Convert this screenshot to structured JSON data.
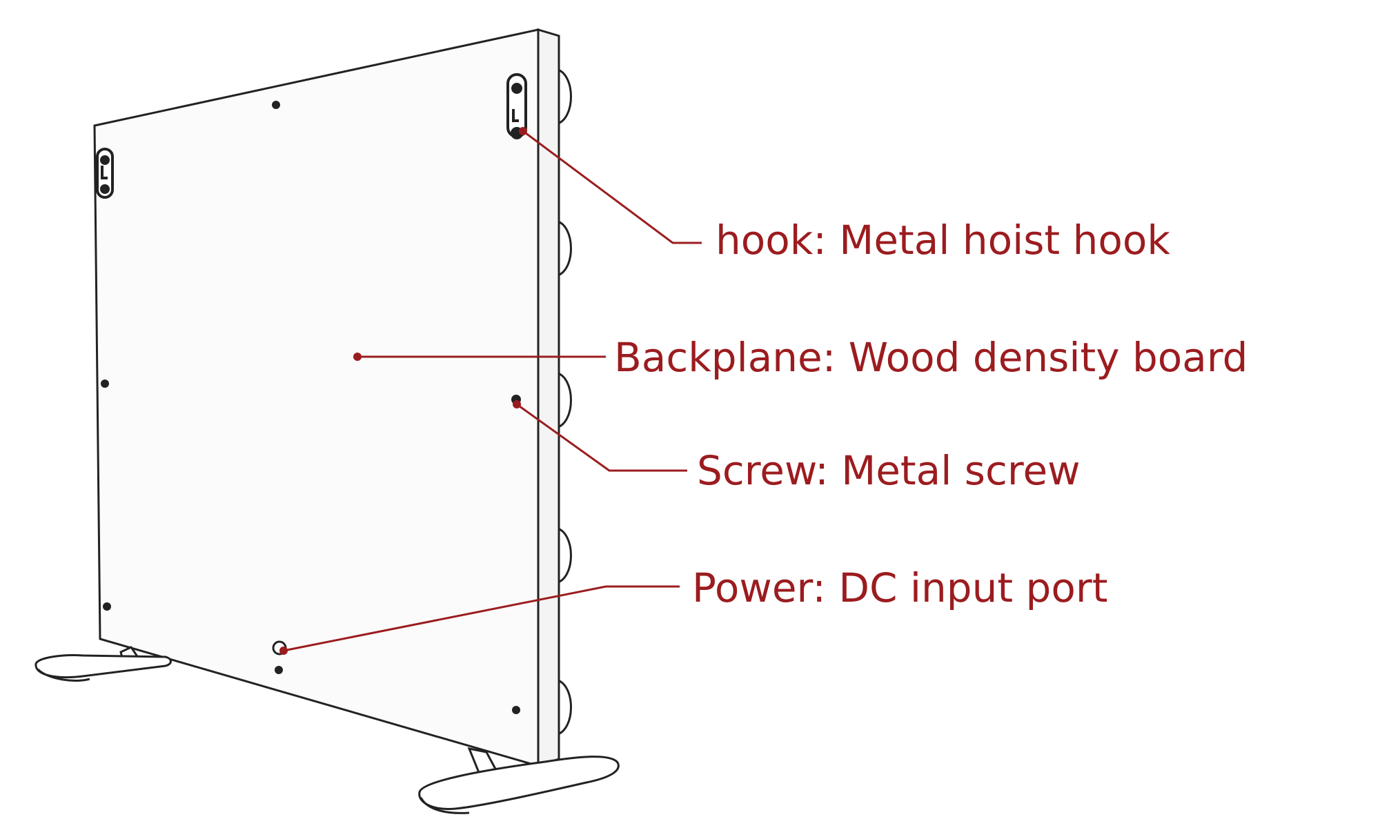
{
  "callouts": [
    {
      "key": "hook",
      "text": "hook: Metal hoist hook"
    },
    {
      "key": "backplane",
      "text": "Backplane: Wood density board"
    },
    {
      "key": "screw",
      "text": "Screw: Metal screw"
    },
    {
      "key": "power",
      "text": "Power: DC input port"
    }
  ],
  "colors": {
    "callout": "#9b1c1f",
    "outline": "#222222",
    "panel_fill": "#fbfbfb"
  }
}
